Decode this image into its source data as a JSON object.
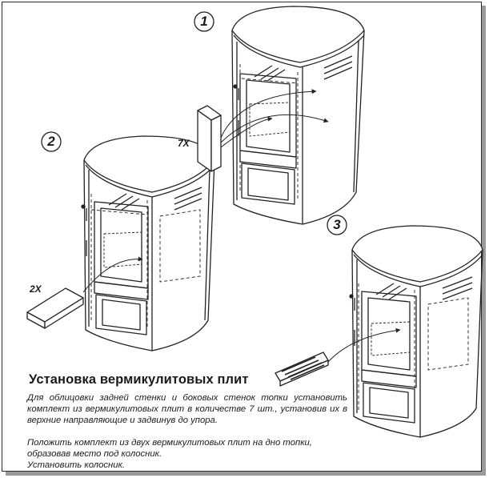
{
  "title": "Установка вермикулитовых плит",
  "paragraphs": [
    "Для облицовки задней стенки и боковых стенок топки установить комплект из вермикулитовых плит в количестве 7 шт., установив их в верхние направляющие и задвинув до упора.",
    "Положить комплект из двух вермикулитовых плит на дно топки, образовав место под колосник.",
    "Установить колосник."
  ],
  "steps": {
    "one": "1",
    "two": "2",
    "three": "3"
  },
  "quantities": {
    "back_plates": "7X",
    "bottom_plates": "2X"
  }
}
